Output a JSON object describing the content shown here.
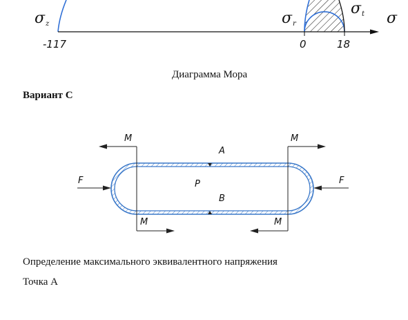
{
  "mohr": {
    "sigma_z": "σ",
    "sigma_z_sub": "z",
    "sigma_r": "σ",
    "sigma_r_sub": "r",
    "sigma_t": "σ",
    "sigma_t_sub": "t",
    "sigma_axis": "σ",
    "tick_left": "-117",
    "tick_zero": "0",
    "tick_right": "18",
    "colors": {
      "line": "#111111",
      "circle_blue": "#2f6fd6"
    }
  },
  "caption": "Диаграмма Мора",
  "variant_heading": "Вариант С",
  "scheme": {
    "label_M_top_left": "M",
    "label_M_top_right": "M",
    "label_M_bottom_left": "M",
    "label_M_bottom_right": "M",
    "label_F_left": "F",
    "label_F_right": "F",
    "label_A": "A",
    "label_B": "B",
    "label_P": "P",
    "colors": {
      "wall": "#3a78c9",
      "hatch": "#3a78c9",
      "line": "#222222"
    }
  },
  "section_title": "Определение максимального эквивалентного напряжения",
  "point_label": "Точка А"
}
